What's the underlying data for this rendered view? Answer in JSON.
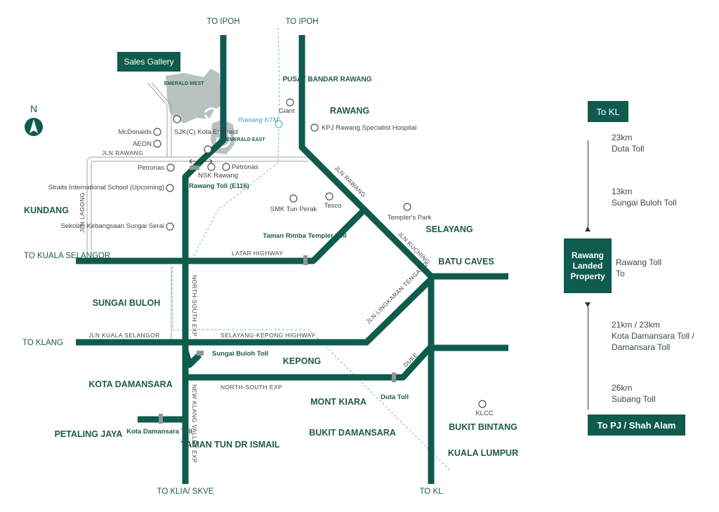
{
  "colors": {
    "road": "#0f5b4d",
    "estate": "#b9c2bf",
    "rail": "#6fb6c4",
    "text": "#1f5a4c",
    "thin": "#9aa7a4"
  },
  "map": {
    "sales_gallery": "Sales Gallery",
    "north": "N",
    "estates": {
      "west": "EMERALD WEST",
      "east": "EMERALD EAST"
    },
    "destinations": {
      "to_ipoh_left": "TO IPOH",
      "to_ipoh_right": "TO IPOH",
      "to_kuala_selangor": "TO KUALA SELANGOR",
      "to_klang": "TO KLANG",
      "to_klia": "TO KLIA/ SKVE",
      "to_kl": "TO KL"
    },
    "areas": {
      "pusat_bandar": "PUSAT BANDAR RAWANG",
      "rawang": "RAWANG",
      "kundang": "KUNDANG",
      "selayang": "SELAYANG",
      "batu_caves": "BATU CAVES",
      "sungai_buloh": "SUNGAI BULOH",
      "kepong": "KEPONG",
      "kota_damansara": "KOTA DAMANSARA",
      "petaling_jaya": "PETALING JAYA",
      "mont_kiara": "MONT KIARA",
      "bukit_damansara": "BUKIT DAMANSARA",
      "taman_tun": "TAMAN TUN DR ISMAIL",
      "bukit_bintang": "BUKIT BINTANG",
      "kuala_lumpur": "KUALA LUMPUR"
    },
    "roads": {
      "jln_rawang_w": "JLN RAWANG",
      "jln_rawang_diag": "JLN RAWANG",
      "jln_lagong": "JLN LAGONG",
      "latar": "LATAR HIGHWAY",
      "north_south_v": "NORTH-SOUTH EXP",
      "jln_kuala_selangor": "JLN KUALA SELANGOR",
      "selayang_kepong": "SELAYANG-KEPONG HIGHWAY",
      "north_south_h": "NORTH-SOUTH EXP",
      "new_klang_valley": "NEW KLANG VALLEY EXP",
      "jln_kuching": "JLN KUCHING",
      "jln_lingkaran": "JLN LINGKARAN TENGAH 2",
      "duke": "DUKE"
    },
    "pois": {
      "mcdonalds": "McDonalds",
      "aeon": "AEON",
      "sjk": "SJK(C) Kota Emerald",
      "giant": "Giant",
      "rawang_ktm": "Rawang KTM",
      "kpj": "KPJ Rawang Specialist Hospital",
      "petronas_left": "Petronas",
      "petronas_right": "Petronas",
      "nsk": "NSK Rawang",
      "straits": "Straits International School (Upcoming)",
      "sekolah": "Sekolah Kebangsaan Sungai Serai",
      "smk": "SMK Tun Perak",
      "tesco": "Tesco",
      "templers_park": "Templer's Park",
      "klcc": "KLCC"
    },
    "tolls": {
      "rawang": "Rawang Toll (E116)",
      "taman_rimba": "Taman Rimba Templer Toll",
      "sungai_buloh": "Sungai Buloh Toll",
      "duta": "Duta Toll",
      "kota_damansara": "Kota Damansara Toll"
    }
  },
  "legend": {
    "to_kl": "To KL",
    "to_pj": "To PJ / Shah Alam",
    "property": "Rawang Landed Property",
    "center_note": "Rawang Toll To",
    "upper": [
      {
        "dist": "23km",
        "name": "Duta Toll"
      },
      {
        "dist": "13km",
        "name": "Sungai Buloh Toll"
      }
    ],
    "lower": [
      {
        "dist": "21km / 23km",
        "name": "Kota Damansara Toll / Damansara Toll"
      },
      {
        "dist": "26km",
        "name": "Subang Toll"
      }
    ]
  }
}
